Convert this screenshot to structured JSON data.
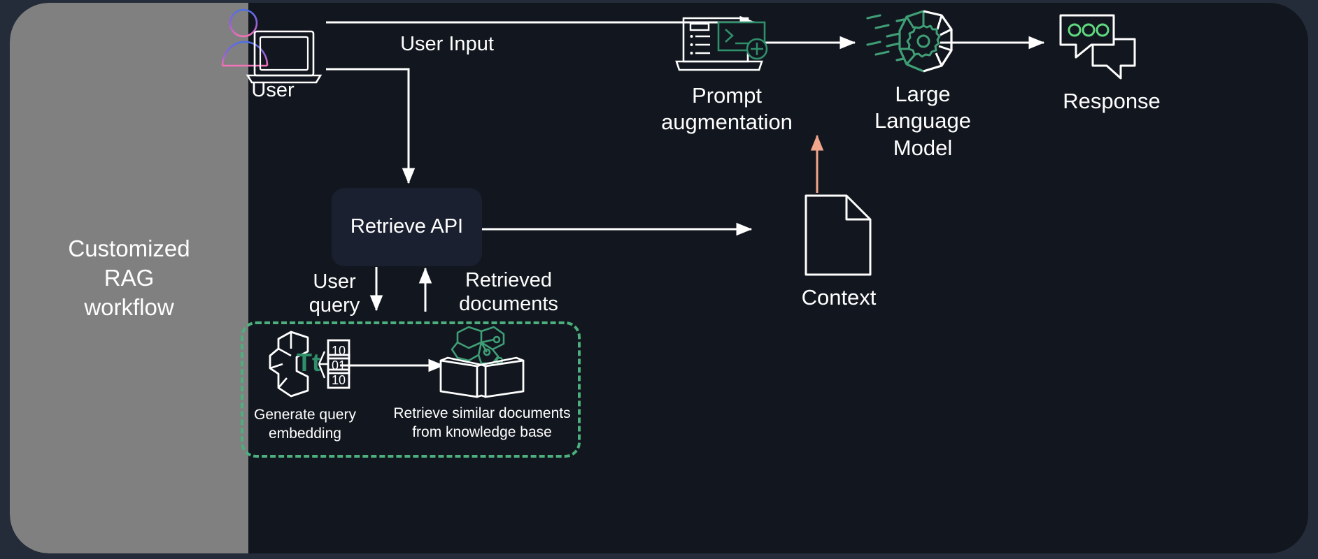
{
  "canvas": {
    "background_color": "#12161e",
    "frame_color": "#242c3a",
    "accent_green": "#3f9e76",
    "accent_dashed_green": "#4caf7d",
    "accent_salmon": "#f0a58c",
    "panel_gray": "#808080",
    "text_color": "#ffffff"
  },
  "side_panel": {
    "title": "Customized\nRAG\nworkflow"
  },
  "diagram": {
    "type": "flow-diagram",
    "title": "Customized RAG workflow",
    "nodes": [
      {
        "id": "user",
        "label": "User",
        "icon": "user-laptop-icon"
      },
      {
        "id": "prompt-augmentation",
        "label": "Prompt\naugmentation",
        "icon": "laptop-terminal-plus-icon"
      },
      {
        "id": "large-language-model",
        "label": "Large\nLanguage\nModel",
        "icon": "brain-gear-icon"
      },
      {
        "id": "response",
        "label": "Response",
        "icon": "chat-bubbles-icon"
      },
      {
        "id": "retrieve-api",
        "label": "Retrieve API",
        "icon": "rounded-box"
      },
      {
        "id": "context",
        "label": "Context",
        "icon": "document-lines-icon"
      },
      {
        "id": "generate-query-embedding",
        "label": "Generate query\nembedding",
        "icon": "brain-text-binary-icon"
      },
      {
        "id": "retrieve-similar-documents",
        "label": "Retrieve similar documents\nfrom knowledge base",
        "icon": "open-book-network-icon"
      }
    ],
    "edges": [
      {
        "from": "user",
        "to": "prompt-augmentation",
        "label": "User Input"
      },
      {
        "from": "user",
        "to": "retrieve-api",
        "label": ""
      },
      {
        "from": "prompt-augmentation",
        "to": "large-language-model",
        "label": ""
      },
      {
        "from": "large-language-model",
        "to": "response",
        "label": ""
      },
      {
        "from": "retrieve-api",
        "to": "context",
        "label": ""
      },
      {
        "from": "context",
        "to": "prompt-augmentation",
        "label": "",
        "color": "#f0a58c"
      },
      {
        "from": "retrieve-api",
        "to": "generate-query-embedding",
        "label": "User\nquery"
      },
      {
        "from": "retrieve-similar-documents",
        "to": "retrieve-api",
        "label": "Retrieved\ndocuments"
      },
      {
        "from": "generate-query-embedding",
        "to": "retrieve-similar-documents",
        "label": ""
      }
    ],
    "group": {
      "id": "rag-retrieval-group",
      "style": "dashed",
      "color": "#4caf7d"
    }
  },
  "labels": {
    "user": "User",
    "user_input": "User Input",
    "prompt_augmentation": "Prompt\naugmentation",
    "large_language_model": "Large\nLanguage\nModel",
    "response": "Response",
    "retrieve_api": "Retrieve API",
    "context": "Context",
    "user_query": "User\nquery",
    "retrieved_documents": "Retrieved\ndocuments",
    "generate_query_embedding": "Generate query\nembedding",
    "retrieve_similar_documents": "Retrieve similar documents\nfrom knowledge base",
    "embedding_binary_top": "10",
    "embedding_binary_mid": "01",
    "embedding_binary_bottom": "10",
    "embedding_glyph": "Tt"
  }
}
